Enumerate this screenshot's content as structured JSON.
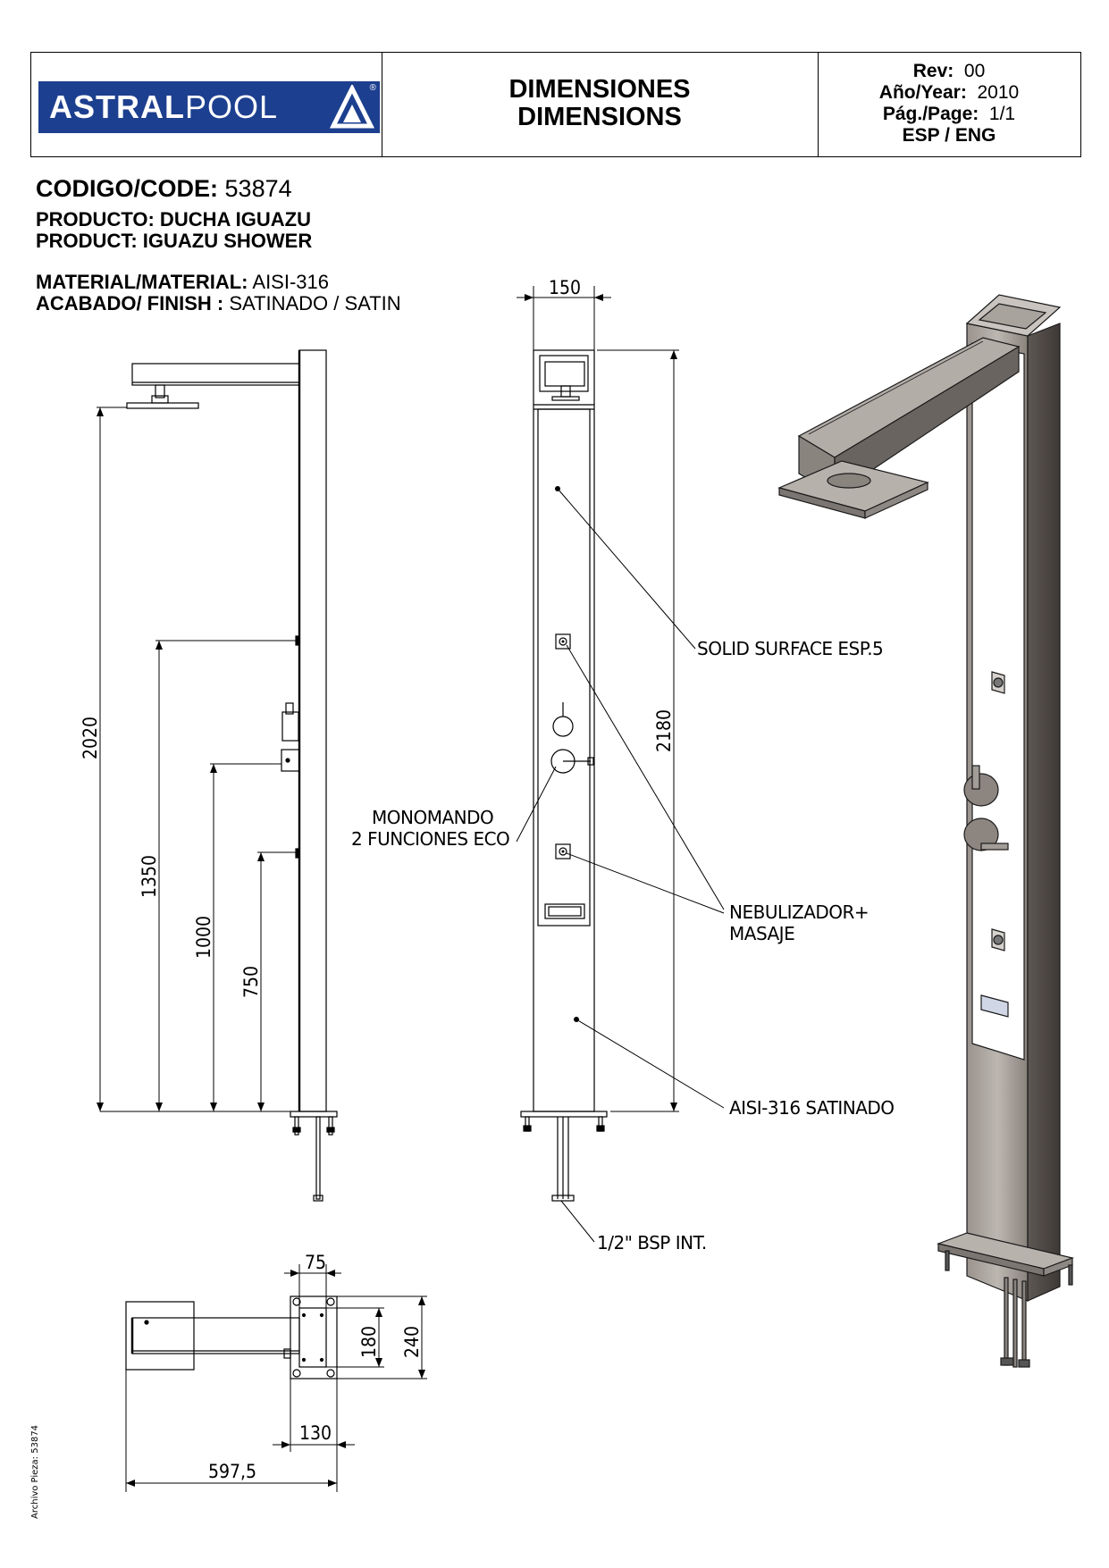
{
  "header": {
    "logo": {
      "word_bold": "ASTRAL",
      "word_light": "POOL",
      "reg": "®"
    },
    "title_es": "DIMENSIONES",
    "title_en": "DIMENSIONS",
    "rev_label": "Rev:",
    "rev_value": "00",
    "year_label": "Año/Year:",
    "year_value": "2010",
    "page_label": "Pág./Page:",
    "page_value": "1/1",
    "lang": "ESP / ENG"
  },
  "info": {
    "code_label": "CODIGO/CODE:",
    "code_value": "53874",
    "product_es": "PRODUCTO: DUCHA IGUAZU",
    "product_en": "PRODUCT: IGUAZU SHOWER",
    "material_label": "MATERIAL/MATERIAL:",
    "material_value": "AISI-316",
    "finish_label": "ACABADO/ FINISH  :",
    "finish_value": "SATINADO / SATIN"
  },
  "dimensions": {
    "width_front": "150",
    "height_total": "2180",
    "height_head": "2020",
    "height_nozzle_top": "1350",
    "height_mixer": "1000",
    "height_nozzle_bottom": "750",
    "plan_depth": "75",
    "plan_plate_inner": "180",
    "plan_plate_outer": "240",
    "plan_plate_width": "130",
    "plan_arm_length": "597,5"
  },
  "labels": {
    "solid_surface": "SOLID SURFACE ESP.5",
    "mixer_1": "MONOMANDO",
    "mixer_2": "2 FUNCIONES ECO",
    "nozzle_1": "NEBULIZADOR+",
    "nozzle_2": "MASAJE",
    "body_finish": "AISI-316 SATINADO",
    "connection": "1/2\" BSP INT."
  },
  "file_ref": "Archivo Pieza: 53874"
}
